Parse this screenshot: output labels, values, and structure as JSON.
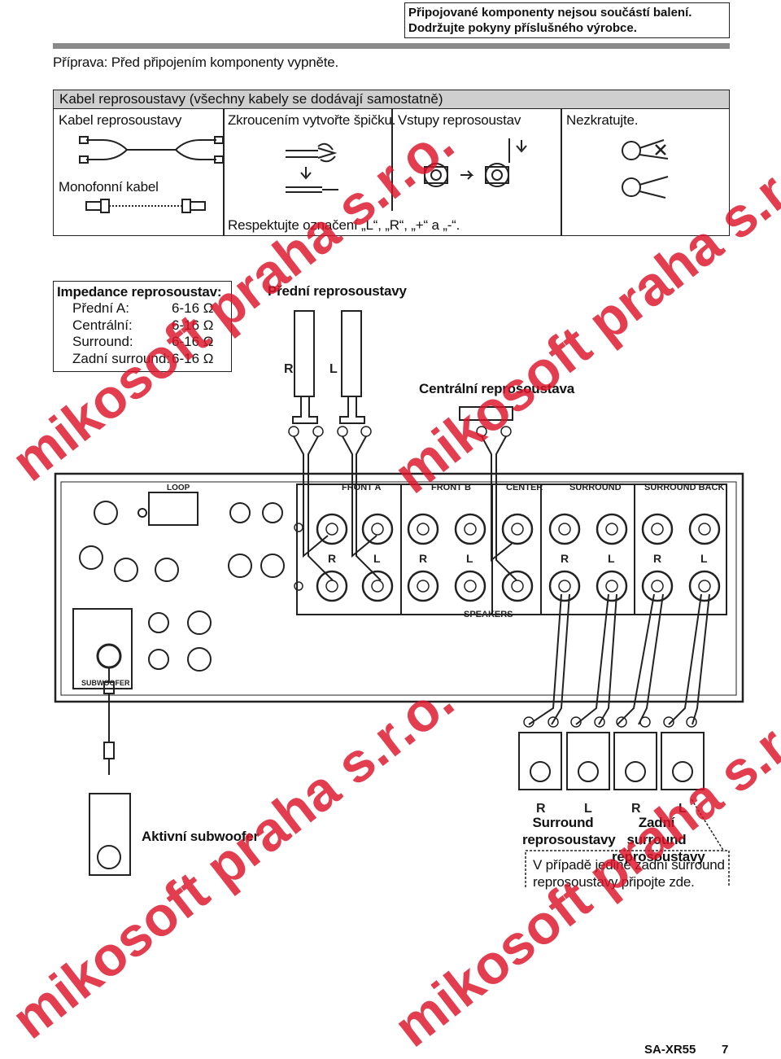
{
  "notice": {
    "line1": "Připojované komponenty nejsou součástí balení.",
    "line2": "Dodržujte pokyny příslušného výrobce."
  },
  "prep": "Příprava: Před připojením komponenty vypněte.",
  "cables": {
    "header": "Kabel reprosoustavy (všechny kabely se dodávají samostatně)",
    "col1": "Kabel reprosoustavy",
    "mono": "Monofonní kabel",
    "col2": "Zkroucením vytvořte špičku.",
    "col3": "Vstupy reprosoustav",
    "col4": "Nezkratujte.",
    "respect": "Respektujte označení „L“, „R“, „+“ a „-“."
  },
  "impedance": {
    "title": "Impedance reprosoustav:",
    "rows": [
      {
        "label": "Přední A:",
        "value": "6-16 Ω"
      },
      {
        "label": "Centrální:",
        "value": "6-16 Ω"
      },
      {
        "label": "Surround:",
        "value": "6-16 Ω"
      },
      {
        "label": "Zadní surround:",
        "value": "6-16 Ω"
      }
    ]
  },
  "labels": {
    "front": "Přední reprosoustavy",
    "center": "Centrální reprosoustava",
    "sub": "Aktivní subwoofer",
    "surround1": "Surround",
    "surround2": "reprosoustavy",
    "rear1": "Zadní surround",
    "rear2": "reprosoustavy",
    "single1": "V případě jediné zadní surround",
    "single2": "reprosoustavy připojte zde."
  },
  "panel": {
    "front_a": "FRONT A",
    "front_b": "FRONT B",
    "center": "CENTER",
    "surround": "SURROUND",
    "surround_back": "SURROUND BACK",
    "speakers": "SPEAKERS",
    "sub": "SUBWOOFER",
    "loop": "LOOP",
    "r": "R",
    "l": "L"
  },
  "footer": {
    "model": "SA-XR55",
    "page": "7"
  },
  "watermark": "mikosoft praha s.r.o."
}
